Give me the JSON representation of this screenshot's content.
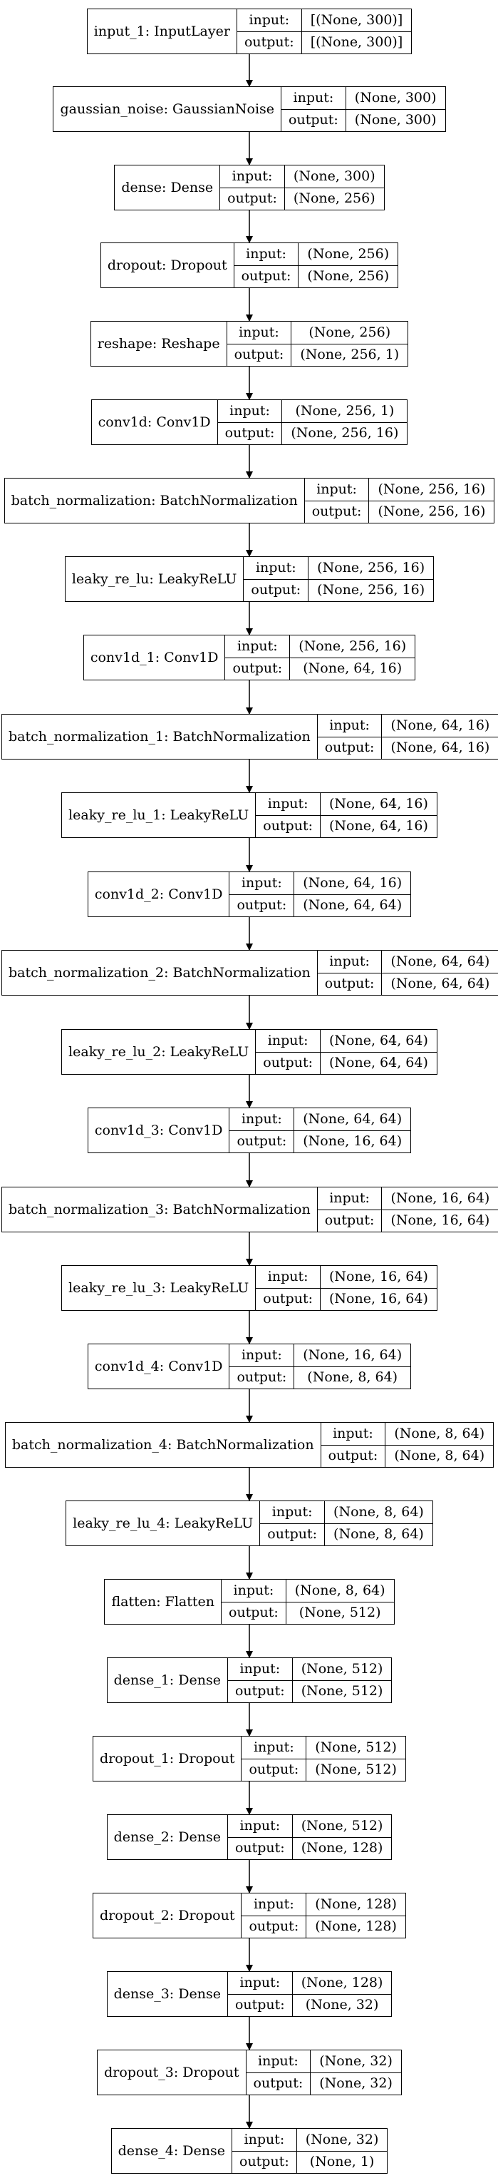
{
  "layers": [
    {
      "name": "input_1: InputLayer",
      "input_label": "input:",
      "input": "[(None, 300)]",
      "output_label": "output:",
      "output": "[(None, 300)]"
    },
    {
      "name": "gaussian_noise: GaussianNoise",
      "input_label": "input:",
      "input": "(None, 300)",
      "output_label": "output:",
      "output": "(None, 300)"
    },
    {
      "name": "dense: Dense",
      "input_label": "input:",
      "input": "(None, 300)",
      "output_label": "output:",
      "output": "(None, 256)"
    },
    {
      "name": "dropout: Dropout",
      "input_label": "input:",
      "input": "(None, 256)",
      "output_label": "output:",
      "output": "(None, 256)"
    },
    {
      "name": "reshape: Reshape",
      "input_label": "input:",
      "input": "(None, 256)",
      "output_label": "output:",
      "output": "(None, 256, 1)"
    },
    {
      "name": "conv1d: Conv1D",
      "input_label": "input:",
      "input": "(None, 256, 1)",
      "output_label": "output:",
      "output": "(None, 256, 16)"
    },
    {
      "name": "batch_normalization: BatchNormalization",
      "input_label": "input:",
      "input": "(None, 256, 16)",
      "output_label": "output:",
      "output": "(None, 256, 16)"
    },
    {
      "name": "leaky_re_lu: LeakyReLU",
      "input_label": "input:",
      "input": "(None, 256, 16)",
      "output_label": "output:",
      "output": "(None, 256, 16)"
    },
    {
      "name": "conv1d_1: Conv1D",
      "input_label": "input:",
      "input": "(None, 256, 16)",
      "output_label": "output:",
      "output": "(None, 64, 16)"
    },
    {
      "name": "batch_normalization_1: BatchNormalization",
      "input_label": "input:",
      "input": "(None, 64, 16)",
      "output_label": "output:",
      "output": "(None, 64, 16)"
    },
    {
      "name": "leaky_re_lu_1: LeakyReLU",
      "input_label": "input:",
      "input": "(None, 64, 16)",
      "output_label": "output:",
      "output": "(None, 64, 16)"
    },
    {
      "name": "conv1d_2: Conv1D",
      "input_label": "input:",
      "input": "(None, 64, 16)",
      "output_label": "output:",
      "output": "(None, 64, 64)"
    },
    {
      "name": "batch_normalization_2: BatchNormalization",
      "input_label": "input:",
      "input": "(None, 64, 64)",
      "output_label": "output:",
      "output": "(None, 64, 64)"
    },
    {
      "name": "leaky_re_lu_2: LeakyReLU",
      "input_label": "input:",
      "input": "(None, 64, 64)",
      "output_label": "output:",
      "output": "(None, 64, 64)"
    },
    {
      "name": "conv1d_3: Conv1D",
      "input_label": "input:",
      "input": "(None, 64, 64)",
      "output_label": "output:",
      "output": "(None, 16, 64)"
    },
    {
      "name": "batch_normalization_3: BatchNormalization",
      "input_label": "input:",
      "input": "(None, 16, 64)",
      "output_label": "output:",
      "output": "(None, 16, 64)"
    },
    {
      "name": "leaky_re_lu_3: LeakyReLU",
      "input_label": "input:",
      "input": "(None, 16, 64)",
      "output_label": "output:",
      "output": "(None, 16, 64)"
    },
    {
      "name": "conv1d_4: Conv1D",
      "input_label": "input:",
      "input": "(None, 16, 64)",
      "output_label": "output:",
      "output": "(None, 8, 64)"
    },
    {
      "name": "batch_normalization_4: BatchNormalization",
      "input_label": "input:",
      "input": "(None, 8, 64)",
      "output_label": "output:",
      "output": "(None, 8, 64)"
    },
    {
      "name": "leaky_re_lu_4: LeakyReLU",
      "input_label": "input:",
      "input": "(None, 8, 64)",
      "output_label": "output:",
      "output": "(None, 8, 64)"
    },
    {
      "name": "flatten: Flatten",
      "input_label": "input:",
      "input": "(None, 8, 64)",
      "output_label": "output:",
      "output": "(None, 512)"
    },
    {
      "name": "dense_1: Dense",
      "input_label": "input:",
      "input": "(None, 512)",
      "output_label": "output:",
      "output": "(None, 512)"
    },
    {
      "name": "dropout_1: Dropout",
      "input_label": "input:",
      "input": "(None, 512)",
      "output_label": "output:",
      "output": "(None, 512)"
    },
    {
      "name": "dense_2: Dense",
      "input_label": "input:",
      "input": "(None, 512)",
      "output_label": "output:",
      "output": "(None, 128)"
    },
    {
      "name": "dropout_2: Dropout",
      "input_label": "input:",
      "input": "(None, 128)",
      "output_label": "output:",
      "output": "(None, 128)"
    },
    {
      "name": "dense_3: Dense",
      "input_label": "input:",
      "input": "(None, 128)",
      "output_label": "output:",
      "output": "(None, 32)"
    },
    {
      "name": "dropout_3: Dropout",
      "input_label": "input:",
      "input": "(None, 32)",
      "output_label": "output:",
      "output": "(None, 32)"
    },
    {
      "name": "dense_4: Dense",
      "input_label": "input:",
      "input": "(None, 32)",
      "output_label": "output:",
      "output": "(None, 1)"
    }
  ]
}
